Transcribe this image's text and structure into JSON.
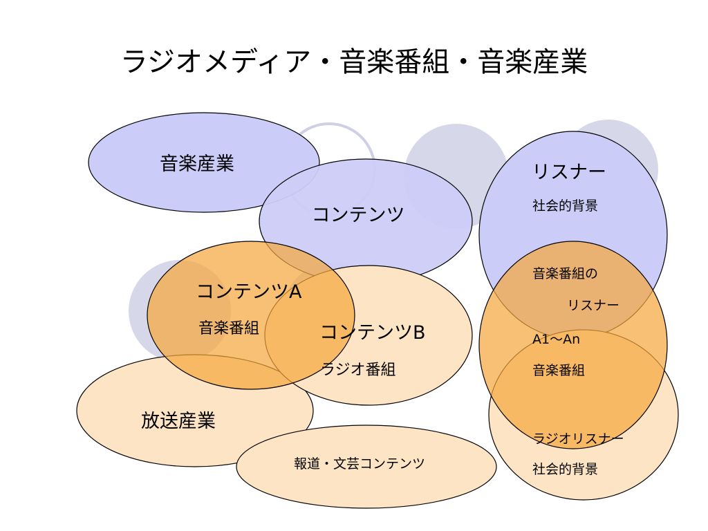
{
  "title": "ラジオメディア・音楽番組・音楽産業",
  "labels": {
    "music_industry": "音楽産業",
    "contents": "コンテンツ",
    "listener": "リスナー",
    "listener_background": "社会的背景",
    "contents_a": "コンテンツA",
    "music_program_a": "音楽番組",
    "contents_b": "コンテンツB",
    "radio_program": "ラジオ番組",
    "program_listener_line1": "音楽番組の",
    "program_listener_line2": "リスナー",
    "program_listener_range": "A1～An",
    "program_listener_line4": "音楽番組",
    "broadcast_industry": "放送産業",
    "news_literature": "報道・文芸コンテンツ",
    "radio_listener": "ラジオリスナー",
    "radio_listener_background": "社会的背景"
  },
  "colors": {
    "lavender": "#ccccf8",
    "orange": "#f5a73f",
    "peach": "#fde4c4",
    "deco_grey": "#d7d7ea",
    "outline": "#000000"
  }
}
